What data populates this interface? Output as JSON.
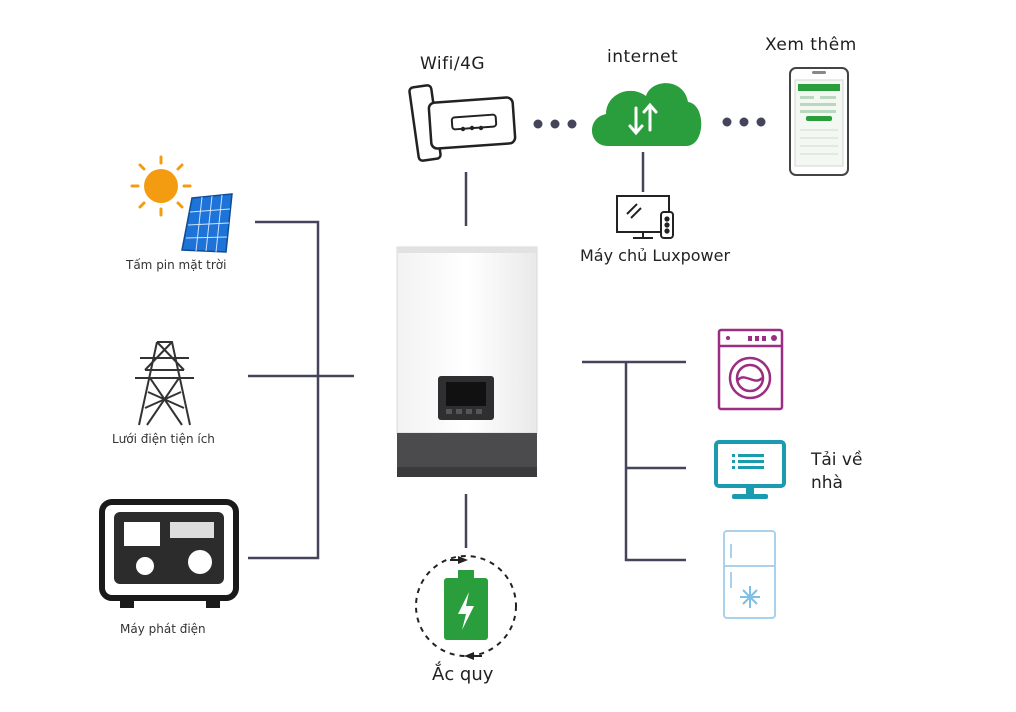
{
  "labels": {
    "wifi": "Wifi/4G",
    "internet": "internet",
    "more": "Xem thêm",
    "server": "Máy chủ Luxpower",
    "solar": "Tấm pin mặt trời",
    "grid": "Lưới điện tiện ích",
    "generator": "Máy phát điện",
    "battery": "Ắc quy",
    "load_line1": "Tải về",
    "load_line2": "nhà"
  },
  "icons": {
    "sun": "sun-icon",
    "solar_panel": "solar-panel-icon",
    "pylon": "power-pylon-icon",
    "generator": "generator-icon",
    "wifi_dongle": "wifi-dongle-icon",
    "cloud": "cloud-upload-download-icon",
    "phone": "smartphone-app-icon",
    "server": "computer-server-icon",
    "inverter": "hybrid-inverter-icon",
    "battery": "battery-charge-icon",
    "washer": "washing-machine-icon",
    "monitor": "tv-monitor-icon",
    "fridge": "refrigerator-icon"
  },
  "colors": {
    "line": "#44445a",
    "sun": "#f39c12",
    "panel": "#1e73d8",
    "cloud": "#2a9d3c",
    "battery": "#2a9d3c",
    "washer": "#9b2d83",
    "monitor": "#1a9bb0",
    "fridge": "#a9d3ec"
  }
}
